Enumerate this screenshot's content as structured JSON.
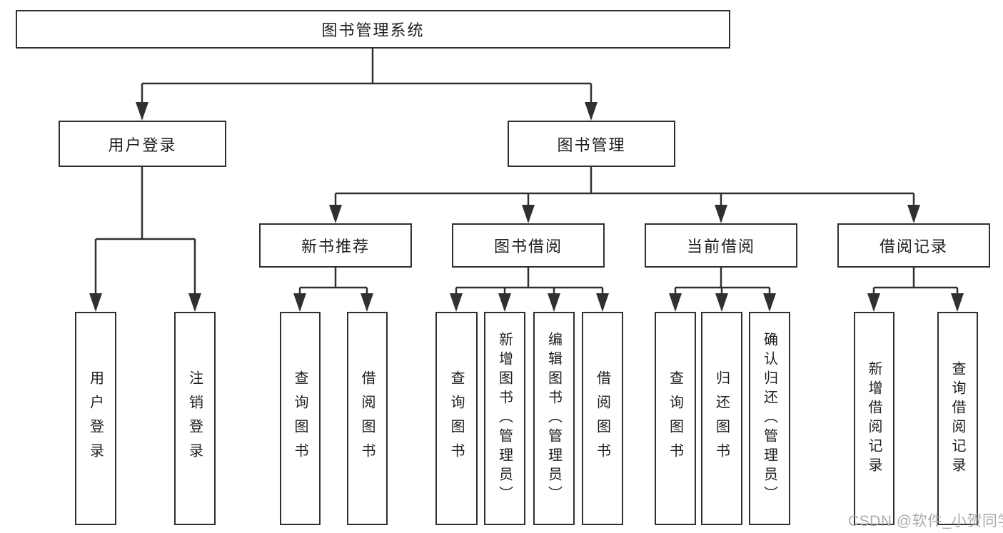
{
  "tree": {
    "root": {
      "label": "图书管理系统"
    },
    "branches": [
      {
        "label": "用户登录",
        "children": [
          {
            "label": "用户登录"
          },
          {
            "label": "注销登录"
          }
        ]
      },
      {
        "label": "图书管理",
        "children": [
          {
            "label": "新书推荐",
            "children": [
              {
                "label": "查询图书"
              },
              {
                "label": "借阅图书"
              }
            ]
          },
          {
            "label": "图书借阅",
            "children": [
              {
                "label": "查询图书"
              },
              {
                "label": "新增图书（管理员）"
              },
              {
                "label": "编辑图书（管理员）"
              },
              {
                "label": "借阅图书"
              }
            ]
          },
          {
            "label": "当前借阅",
            "children": [
              {
                "label": "查询图书"
              },
              {
                "label": "归还图书"
              },
              {
                "label": "确认归还（管理员）"
              }
            ]
          },
          {
            "label": "借阅记录",
            "children": [
              {
                "label": "新增借阅记录"
              },
              {
                "label": "查询借阅记录"
              }
            ]
          }
        ]
      }
    ]
  },
  "watermark": {
    "text": "CSDN @软件_小贺同学"
  },
  "colors": {
    "line": "#303030",
    "box_border": "#2f2f2f",
    "text": "#1e1e1e",
    "watermark": "#ababab",
    "background": "#ffffff"
  }
}
